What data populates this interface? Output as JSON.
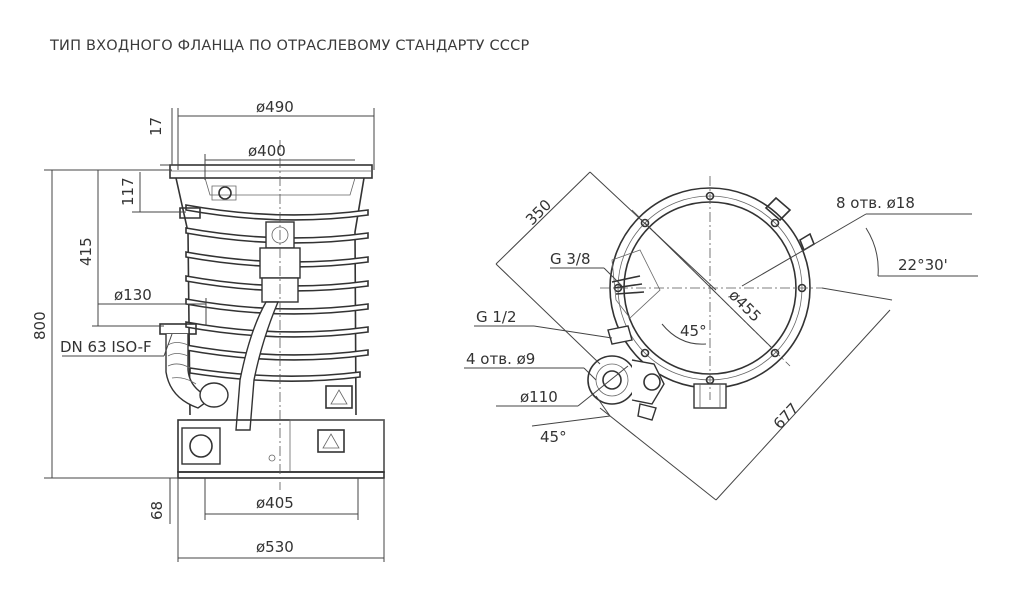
{
  "title": "ТИП ВХОДНОГО ФЛАНЦА ПО ОТРАСЛЕВОМУ СТАНДАРТУ СССР",
  "side_view": {
    "dim_d490": "ø490",
    "dim_d400": "ø400",
    "dim_17": "17",
    "dim_117": "117",
    "dim_415": "415",
    "dim_800": "800",
    "dim_d130": "ø130",
    "dim_dn63": "DN 63 ISO-F",
    "dim_68": "68",
    "dim_d405": "ø405",
    "dim_d530": "ø530"
  },
  "top_view": {
    "dim_350": "350",
    "dim_g38": "G 3/8",
    "dim_g12": "G 1/2",
    "dim_4holes": "4 отв. ø9",
    "dim_d110": "ø110",
    "dim_45_outer": "45°",
    "dim_45_inner": "45°",
    "dim_d455": "ø455",
    "dim_8holes": "8 отв. ø18",
    "dim_2230": "22°30'",
    "dim_677": "677"
  }
}
